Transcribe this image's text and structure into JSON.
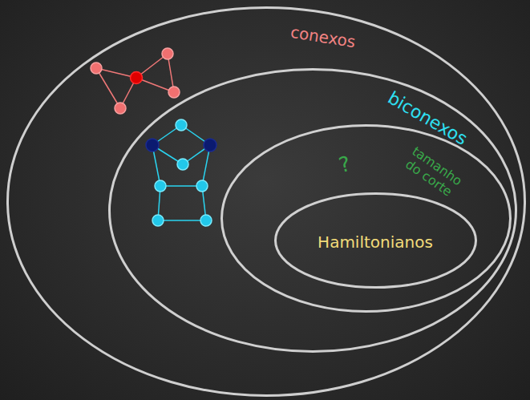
{
  "diagram": {
    "nodes": [
      {
        "text": [
          "conexos"
        ]
      },
      {
        "text": [
          "biconexos"
        ],
        "in": 0
      },
      {
        "text": [
          "?",
          "tamanho do corte"
        ],
        "in": 1
      },
      {
        "text": [
          "Hamiltonianos"
        ],
        "in": 2
      }
    ]
  }
}
